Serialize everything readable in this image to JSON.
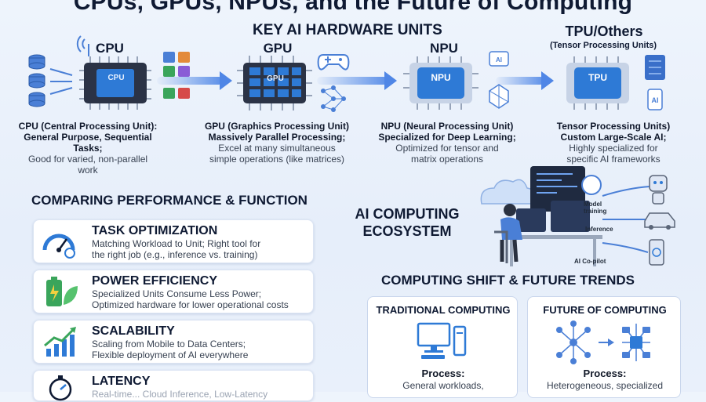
{
  "title": "CPUs, GPUs, NPUs, and the Future of Computing",
  "key_units_heading": "KEY AI HARDWARE UNITS",
  "units": [
    {
      "label": "CPU",
      "chip_text": "CPU",
      "line1": "CPU (Central Processing Unit):",
      "line2": "General Purpose, Sequential Tasks;",
      "line3": "Good for varied, non-parallel",
      "line4": "work"
    },
    {
      "label": "GPU",
      "chip_text": "GPU",
      "line1": "GPU (Graphics Processing Unit)",
      "line2": "Massively Parallel Processing;",
      "line3": "Excel at many simultaneous",
      "line4": "simple operations (like matrices)"
    },
    {
      "label": "NPU",
      "chip_text": "NPU",
      "line1": "NPU (Neural Processing Unit)",
      "line2": "Specialized for Deep Learning;",
      "line3": "Optimized for tensor and",
      "line4": "matrix operations"
    },
    {
      "label": "TPU/Others",
      "sublabel": "(Tensor Processing Units)",
      "chip_text": "TPU",
      "line1": "Tensor Processing Units)",
      "line2": "Custom Large-Scale AI;",
      "line3": "Highly specialized for",
      "line4": "specific AI frameworks"
    }
  ],
  "comparing_heading": "COMPARING PERFORMANCE & FUNCTION",
  "cards": [
    {
      "title": "TASK OPTIMIZATION",
      "line1": "Matching Workload to Unit; Right tool for",
      "line2": "the right job (e.g., inference vs. training)",
      "icon": "gauge-icon"
    },
    {
      "title": "POWER EFFICIENCY",
      "line1": "Specialized Units Consume Less Power;",
      "line2": "Optimized hardware for lower operational costs",
      "icon": "battery-leaf-icon"
    },
    {
      "title": "SCALABILITY",
      "line1": "Scaling from Mobile to Data Centers;",
      "line2": "Flexible deployment of AI everywhere",
      "icon": "growth-chart-icon"
    },
    {
      "title": "LATENCY",
      "line1": "Real-time... Cloud Inference, Low-Latency",
      "line2": "",
      "icon": "stopwatch-icon"
    }
  ],
  "ecosystem": {
    "title_line1": "AI COMPUTING",
    "title_line2": "ECOSYSTEM",
    "labels": [
      "Model training",
      "Inference",
      "AI Co-pilot"
    ]
  },
  "shift_heading": "COMPUTING SHIFT & FUTURE TRENDS",
  "traditional": {
    "title": "TRADITIONAL COMPUTING",
    "process_label": "Process:",
    "process_text": "General workloads,"
  },
  "future": {
    "title": "FUTURE OF COMPUTING",
    "process_label": "Process:",
    "process_text": "Heterogeneous, specialized"
  },
  "colors": {
    "accent": "#4f86e6",
    "chip": "#2e7ad6",
    "green": "#3aa55b",
    "navy": "#0f1a33"
  }
}
